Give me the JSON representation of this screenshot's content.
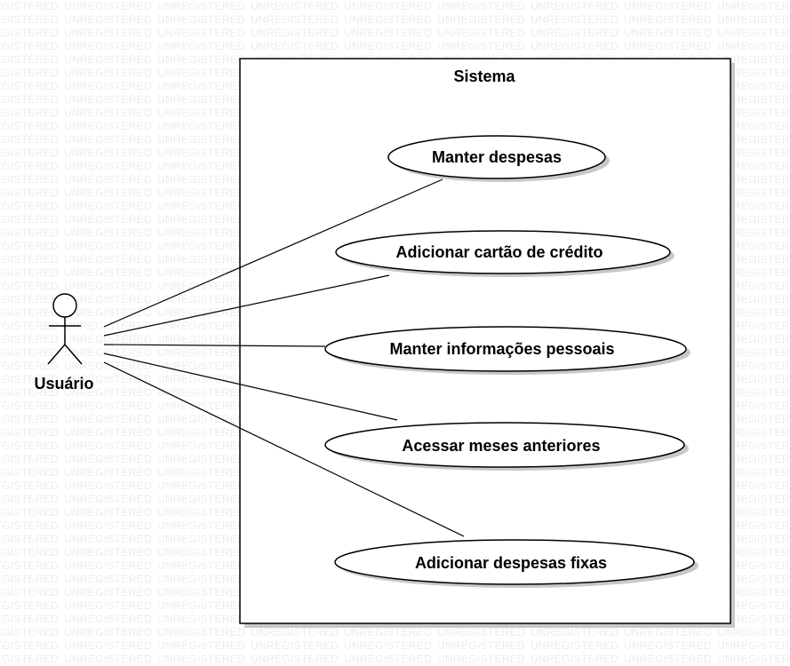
{
  "watermark": {
    "text": "UNREGISTERED"
  },
  "system": {
    "title": "Sistema"
  },
  "actor": {
    "name": "Usuário"
  },
  "use_cases": [
    {
      "label": "Manter despesas"
    },
    {
      "label": "Adicionar cartão de crédito"
    },
    {
      "label": "Manter informações pessoais"
    },
    {
      "label": "Acessar meses anteriores"
    },
    {
      "label": "Adicionar despesas fixas"
    }
  ],
  "colors": {
    "stroke": "#000000",
    "shadow": "#c8c8c8",
    "watermark": "#ececec",
    "background": "#ffffff"
  }
}
